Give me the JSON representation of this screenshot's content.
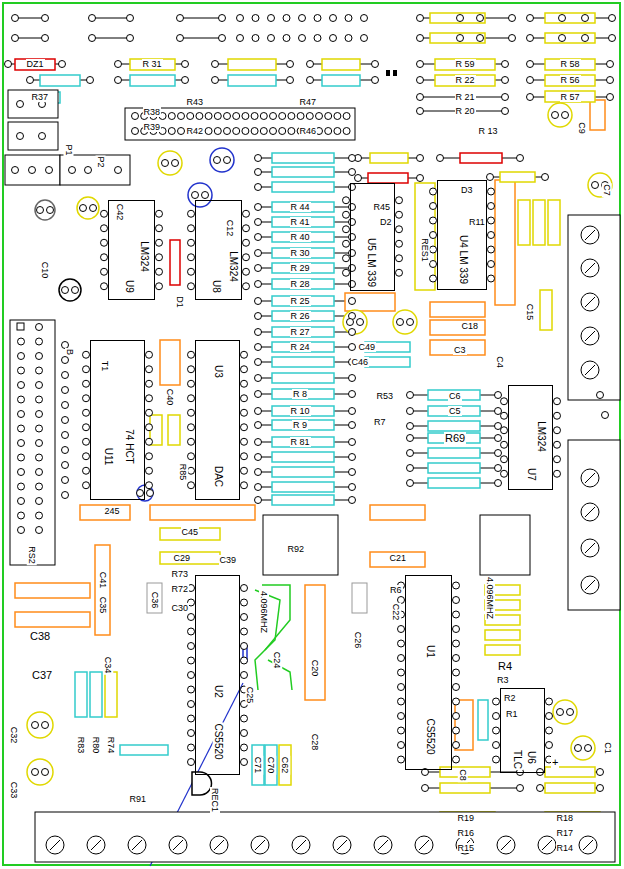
{
  "diagram": {
    "nodes": [
      {
        "text": [
          "U9",
          "LM324"
        ]
      },
      {
        "text": [
          "U8",
          "LM324"
        ]
      },
      {
        "text": [
          "U5 LM 339"
        ]
      },
      {
        "text": [
          "U4 LM 339"
        ]
      },
      {
        "text": [
          "U11",
          "74 HCT"
        ]
      },
      {
        "text": [
          "U3",
          "DAC"
        ]
      },
      {
        "text": [
          "U7",
          "LM324"
        ]
      },
      {
        "text": [
          "U2",
          "CS5520"
        ]
      },
      {
        "text": [
          "U1",
          "CS5520"
        ]
      },
      {
        "text": [
          "U6",
          "TLC"
        ]
      }
    ],
    "labels": [
      "DZ1",
      "R 31",
      "R37",
      "R38",
      "R39",
      "R43",
      "R47",
      "R42",
      "R46",
      "R 59",
      "R 22",
      "R 21",
      "R 20",
      "R 13",
      "R 58",
      "R 56",
      "R 57",
      "C9",
      "C7",
      "P1",
      "P2",
      "C42",
      "C10",
      "C12",
      "D1",
      "R 44",
      "R 41",
      "R 40",
      "R 30",
      "R 29",
      "R 28",
      "R 25",
      "R 26",
      "R 27",
      "R 24",
      "R 8",
      "R 10",
      "R 9",
      "R 81",
      "R45",
      "D2",
      "RES1",
      "R11",
      "D3",
      "C15",
      "C49",
      "C46",
      "C18",
      "C3",
      "C4",
      "C6",
      "C5",
      "R69",
      "R53",
      "R7",
      "T1",
      "B",
      "RS2",
      "C40",
      "R85",
      "245",
      "C45",
      "C29",
      "C39",
      "R92",
      "C21",
      "R73",
      "R72",
      "C30",
      "C41",
      "C35",
      "C38",
      "C36",
      "C37",
      "C34",
      "C32",
      "C33",
      "R83",
      "R80",
      "R74",
      "R91",
      "4.096MHZ",
      "C24",
      "C25",
      "C20",
      "C28",
      "C26",
      "C22",
      "R6",
      "4.096MHZ",
      "R4",
      "R3",
      "R2",
      "R1",
      "C8",
      "C1",
      "+",
      "R19",
      "R16",
      "R15",
      "R18",
      "R17",
      "R14",
      "REC1",
      "C71",
      "C70",
      "C62"
    ]
  }
}
